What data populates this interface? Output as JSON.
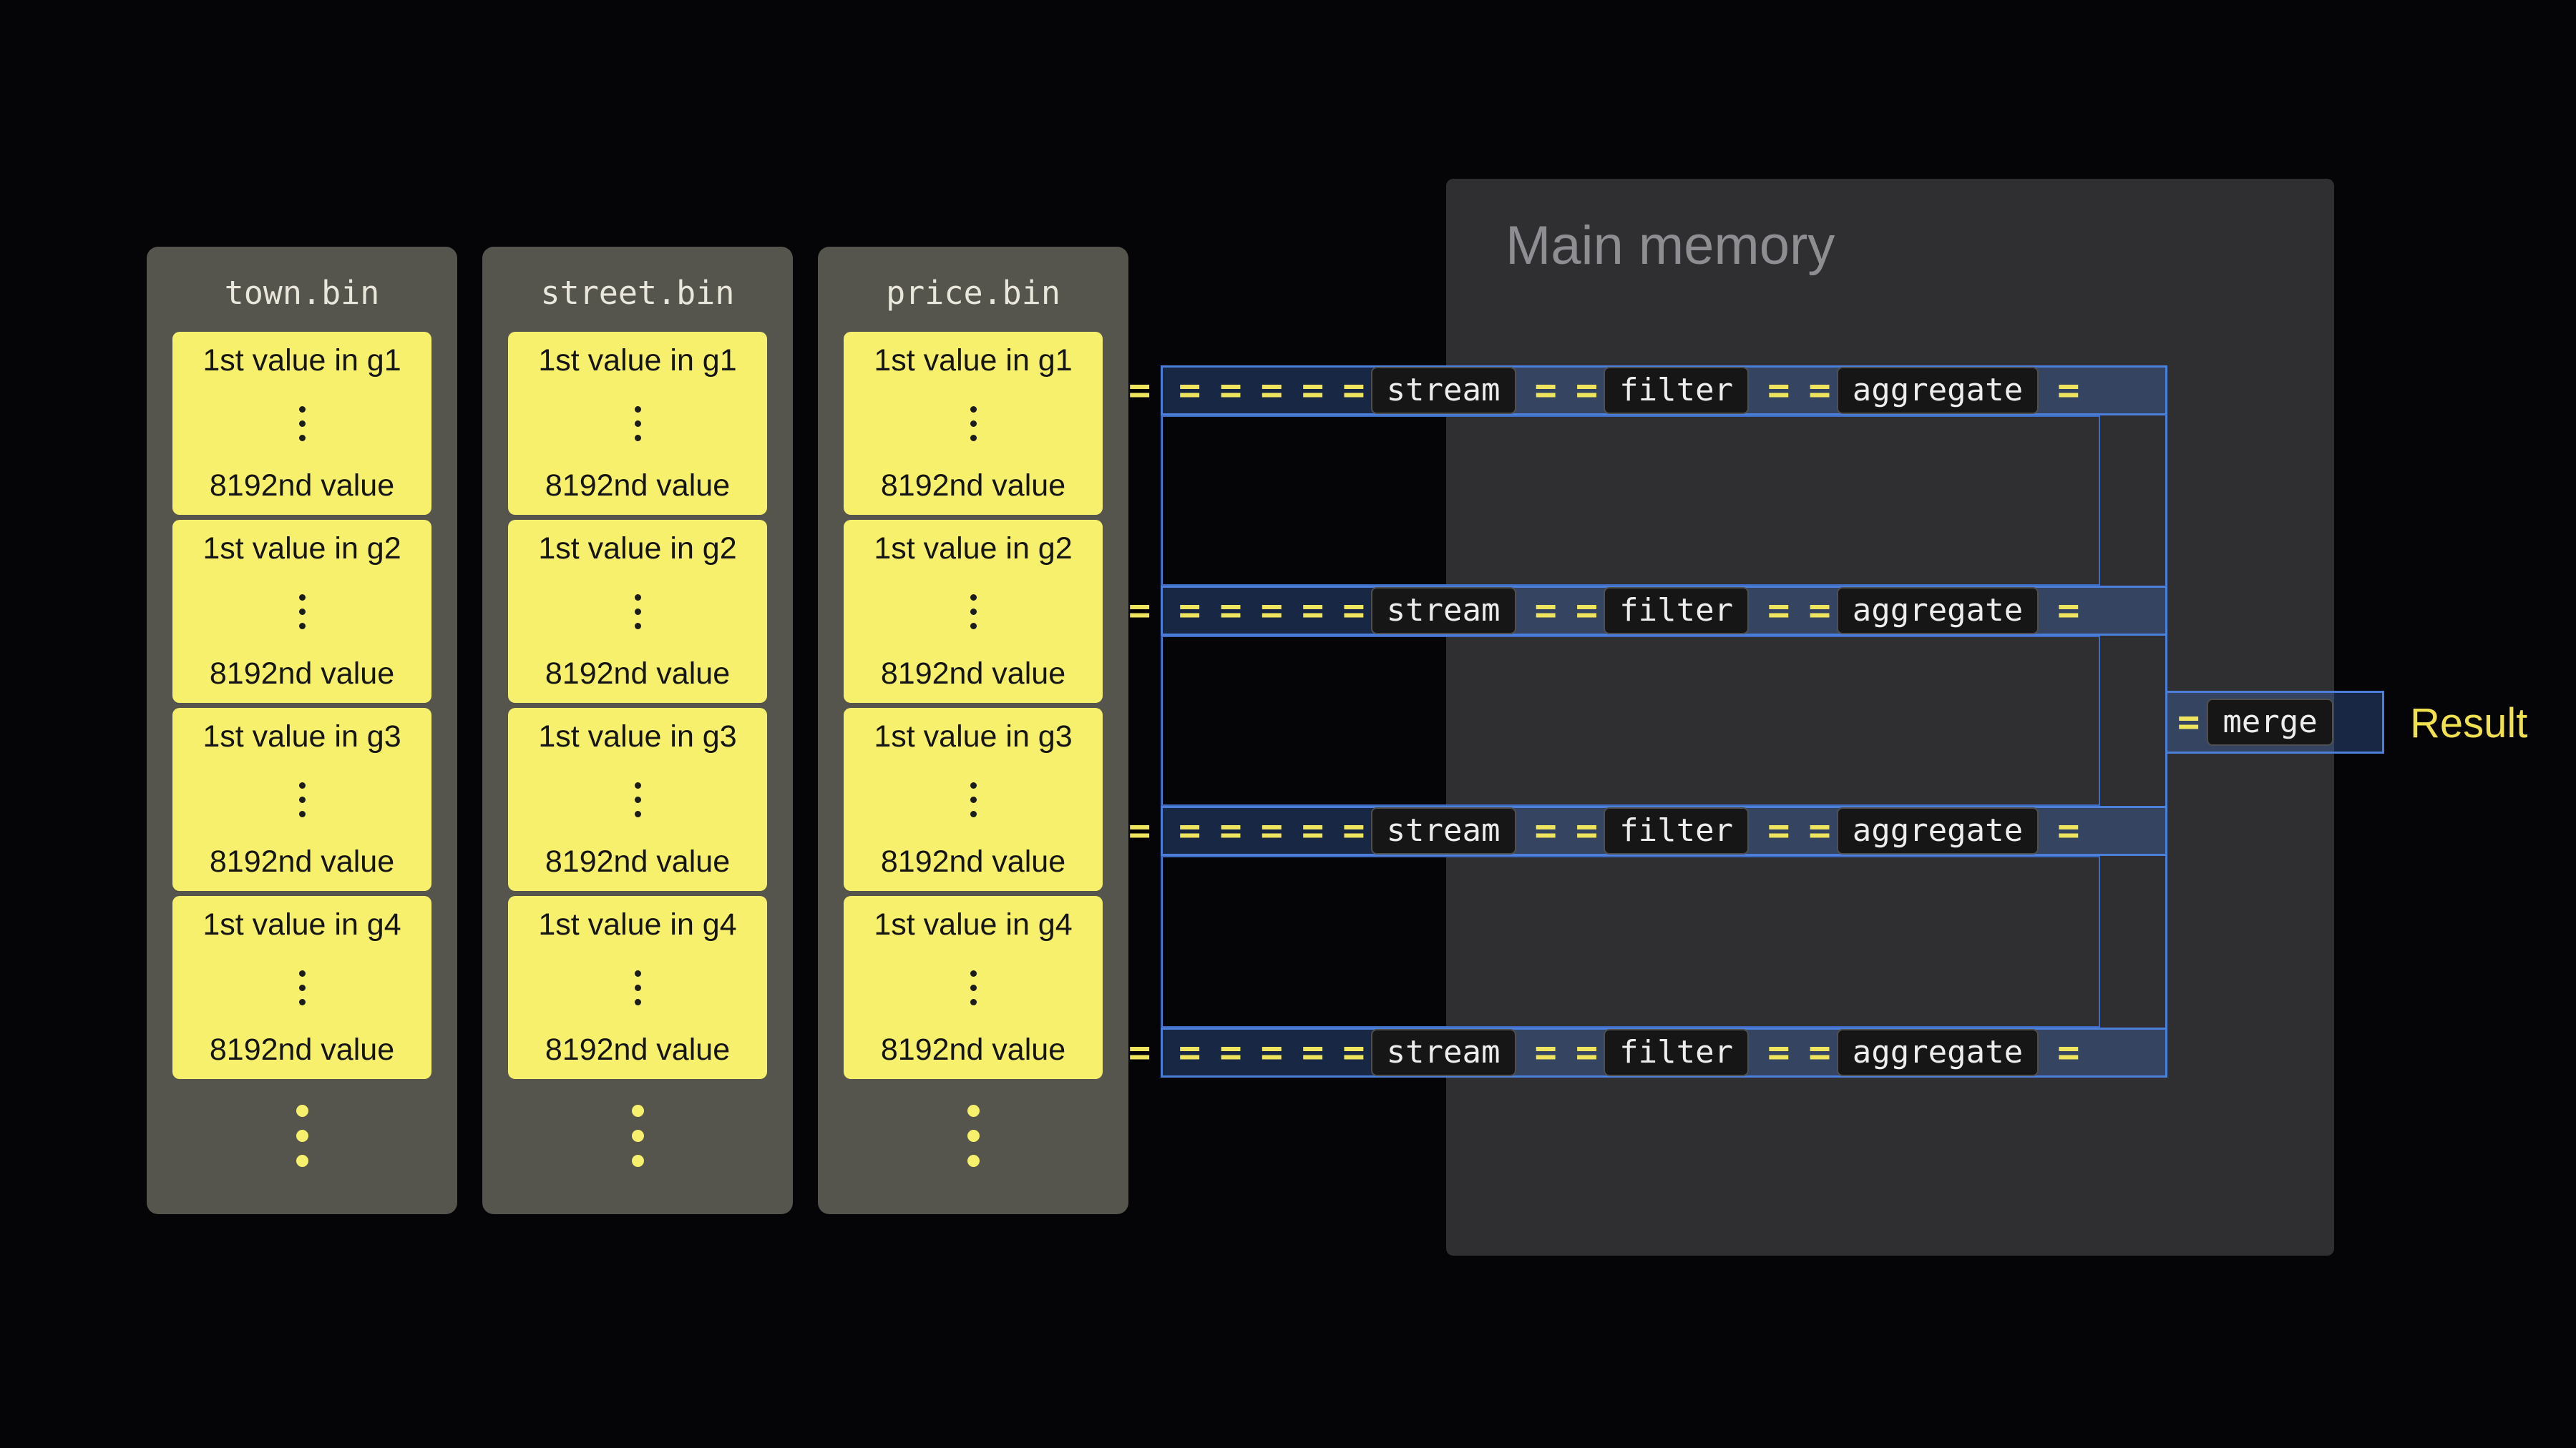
{
  "files": [
    {
      "name": "town.bin",
      "groups": [
        {
          "first": "1st value in g1",
          "last": "8192nd value"
        },
        {
          "first": "1st value in g2",
          "last": "8192nd value"
        },
        {
          "first": "1st value in g3",
          "last": "8192nd value"
        },
        {
          "first": "1st value in g4",
          "last": "8192nd value"
        }
      ]
    },
    {
      "name": "street.bin",
      "groups": [
        {
          "first": "1st value in g1",
          "last": "8192nd value"
        },
        {
          "first": "1st value in g2",
          "last": "8192nd value"
        },
        {
          "first": "1st value in g3",
          "last": "8192nd value"
        },
        {
          "first": "1st value in g4",
          "last": "8192nd value"
        }
      ]
    },
    {
      "name": "price.bin",
      "groups": [
        {
          "first": "1st value in g1",
          "last": "8192nd value"
        },
        {
          "first": "1st value in g2",
          "last": "8192nd value"
        },
        {
          "first": "1st value in g3",
          "last": "8192nd value"
        },
        {
          "first": "1st value in g4",
          "last": "8192nd value"
        }
      ]
    }
  ],
  "memory": {
    "title": "Main memory"
  },
  "pipelines": [
    {
      "stages": [
        "stream",
        "filter",
        "aggregate"
      ]
    },
    {
      "stages": [
        "stream",
        "filter",
        "aggregate"
      ]
    },
    {
      "stages": [
        "stream",
        "filter",
        "aggregate"
      ]
    },
    {
      "stages": [
        "stream",
        "filter",
        "aggregate"
      ]
    }
  ],
  "merge": {
    "label": "merge"
  },
  "result": {
    "label": "Result"
  },
  "symbols": {
    "equals": "="
  },
  "colors": {
    "background": "#050507",
    "card_gray": "#55544d",
    "note_yellow": "#f6f06c",
    "memory_gray": "#2f2f32",
    "pipe_blue": "#4b7fd9",
    "equals_yellow": "#efe45e",
    "result_yellow": "#f0e24f"
  }
}
